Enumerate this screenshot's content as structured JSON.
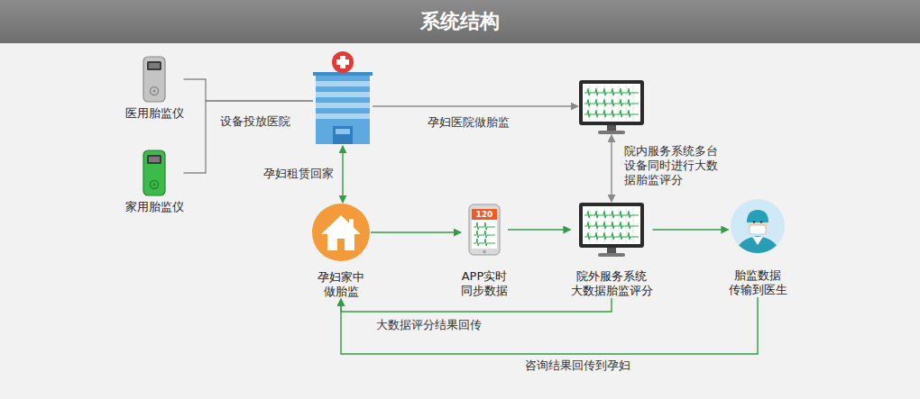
{
  "diagram": {
    "title": "系统结构",
    "nodes": [
      {
        "text": [
          "医用胎监仪"
        ]
      },
      {
        "text": [
          "家用胎监仪"
        ]
      },
      {
        "text": []
      },
      {
        "text": []
      },
      {
        "text": [
          "孕妇家中 做胎监"
        ]
      },
      {
        "text": [
          "120",
          "APP实时 同步数据"
        ]
      },
      {
        "text": [
          "院外服务系统 大数据胎监评分"
        ]
      },
      {
        "text": [
          "胎监数据 传输到医生"
        ]
      }
    ],
    "edges": [
      {
        "from": 2,
        "to": 0,
        "label": "设备投放医院",
        "arrow": "none"
      },
      {
        "from": 2,
        "to": 1,
        "arrow": "none"
      },
      {
        "from": 2,
        "to": 3,
        "label": "孕妇医院做胎监",
        "arrow": "to"
      },
      {
        "from": 2,
        "to": 4,
        "label": "孕妇租赁回家",
        "arrow": "both"
      },
      {
        "from": 3,
        "to": 6,
        "label": "院内服务系统多台 设备同时进行大数 据胎监评分",
        "arrow": "both"
      },
      {
        "from": 4,
        "to": 5,
        "arrow": "to"
      },
      {
        "from": 5,
        "to": 6,
        "arrow": "to"
      },
      {
        "from": 6,
        "to": 7,
        "arrow": "to"
      },
      {
        "from": 6,
        "to": 4,
        "label": "大数据评分结果回传",
        "arrow": "to"
      },
      {
        "from": 7,
        "to": 4,
        "label": "咨询结果回传到孕妇",
        "arrow": "to"
      }
    ]
  }
}
